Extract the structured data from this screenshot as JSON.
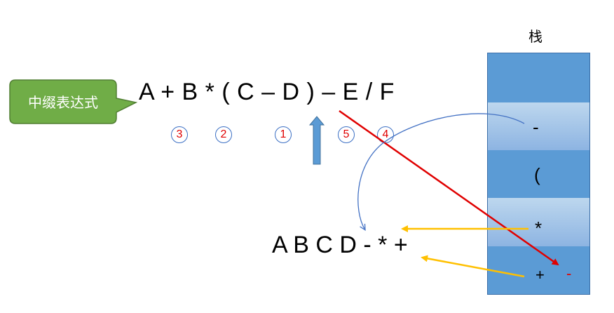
{
  "callout": {
    "label": "中缀表达式"
  },
  "infix_expression": "A + B * ( C – D ) – E / F",
  "steps": [
    "3",
    "2",
    "1",
    "5",
    "4"
  ],
  "stack": {
    "title": "栈",
    "cells": [
      {
        "text": ""
      },
      {
        "text": "-"
      },
      {
        "text": "("
      },
      {
        "text": "*"
      },
      {
        "text": "+"
      }
    ],
    "incoming_operator": "-"
  },
  "postfix_expression": "A B C D - * +",
  "colors": {
    "callout_fill": "#70ad47",
    "stack_dark": "#5b9bd5",
    "stack_light": "#a9c8ea",
    "step_text": "#e00000",
    "red_arrow": "#e00000",
    "yellow_arrow": "#ffc000",
    "blue_arrow": "#5b9bd5"
  }
}
